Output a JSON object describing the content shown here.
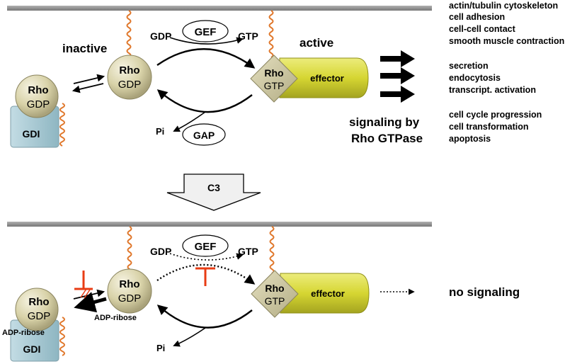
{
  "top": {
    "state_inactive": "inactive",
    "state_active": "active",
    "gdi_complex": {
      "line1": "Rho",
      "line2": "GDP",
      "gdi": "GDI"
    },
    "rho_gdp": {
      "line1": "Rho",
      "line2": "GDP"
    },
    "rho_gtp": {
      "line1": "Rho",
      "line2": "GTP"
    },
    "effector": "effector",
    "gef": "GEF",
    "gdp": "GDP",
    "gtp": "GTP",
    "gap": "GAP",
    "pi": "Pi",
    "signaling_line1": "signaling by",
    "signaling_line2": "Rho GTPase",
    "outcomes_group1": [
      "actin/tubulin cytoskeleton",
      "cell adhesion",
      "cell-cell contact",
      "smooth muscle contraction"
    ],
    "outcomes_group2": [
      "secretion",
      "endocytosis",
      "transcript. activation"
    ],
    "outcomes_group3": [
      "cell cycle progression",
      "cell transformation",
      "apoptosis"
    ]
  },
  "toxin": {
    "label": "C3"
  },
  "bottom": {
    "gdi_complex": {
      "line1": "Rho",
      "line2": "GDP",
      "gdi": "GDI",
      "modification": "ADP-ribose"
    },
    "rho_gdp": {
      "line1": "Rho",
      "line2": "GDP",
      "modification": "ADP-ribose"
    },
    "rho_gtp": {
      "line1": "Rho",
      "line2": "GTP"
    },
    "effector": "effector",
    "gef": "GEF",
    "gdp": "GDP",
    "gtp": "GTP",
    "pi": "Pi",
    "result": "no signaling"
  },
  "colors": {
    "membrane": "#8c8c8c",
    "rho_sphere": "#d8d2a8",
    "gdi_box": "#a6c8d2",
    "effector": "#d6d632",
    "spring": "#e0782c",
    "inhibit": "#e83c14"
  }
}
